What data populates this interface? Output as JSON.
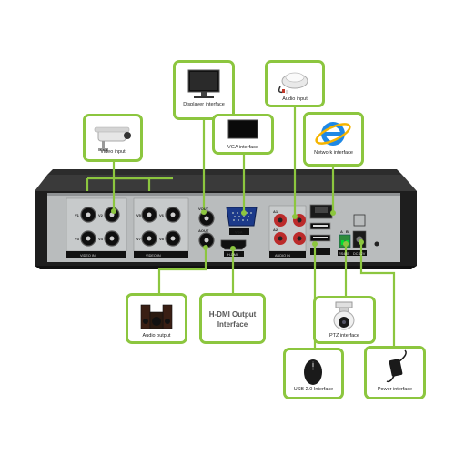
{
  "callouts": {
    "displayer": "Displayer interface",
    "audio_input": "Audio input",
    "video_input": "Video input",
    "vga": "VGA interface",
    "network": "Network interface",
    "audio_output": "Audio output",
    "hdmi": "H-DMI Output\nInterface",
    "ptz": "PTZ interface",
    "usb": "USB 2.0 Interface",
    "power": "Power interface"
  },
  "panel_labels": {
    "video_in_1": "VIDEO IN",
    "video_in_2": "VIDEO IN",
    "vga": "VGA",
    "hdmi": "H-DMI",
    "audio_in": "AUDIO IN",
    "rs485": "RS485",
    "dc": "DC 12V",
    "vout": "VOUT",
    "aout": "AOUT",
    "a1": "A1",
    "a2": "A2",
    "v1": "V1",
    "v2": "V2",
    "v3": "V3",
    "v4": "V4",
    "v5": "V5",
    "v6": "V6",
    "v7": "V7",
    "v8": "V8",
    "rs_a": "A",
    "rs_b": "B"
  },
  "colors": {
    "accent": "#8cc63f",
    "panel": "#b9bcbd",
    "chassis": "#1e1e1e"
  }
}
